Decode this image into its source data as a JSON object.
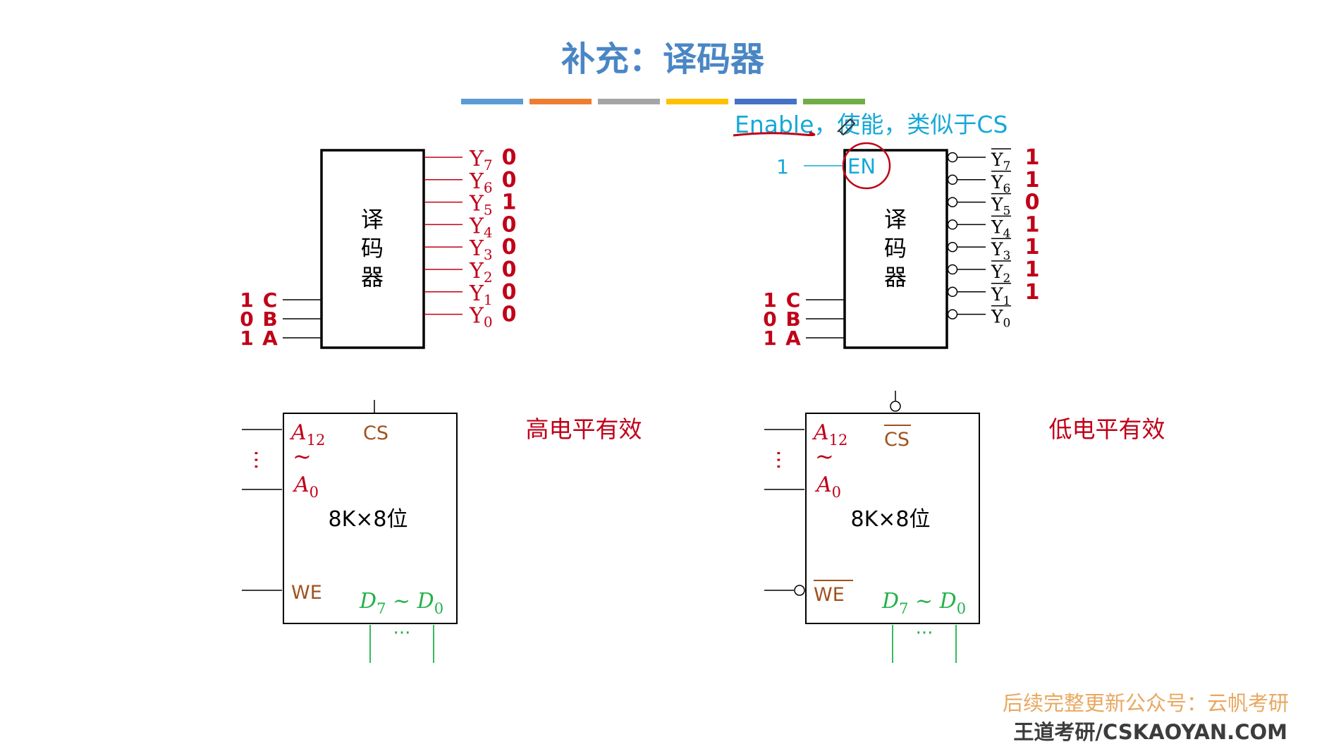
{
  "title": "补充：译码器",
  "color_bar": [
    "#5b9bd5",
    "#ed7d31",
    "#a5a5a5",
    "#ffc000",
    "#4472c4",
    "#70ad47"
  ],
  "annotation": {
    "enable_word": "Enable",
    "enable_rest": "，使能，类似于CS",
    "en_input_value": "1"
  },
  "decoder_left": {
    "body_text": [
      "译",
      "码",
      "器"
    ],
    "inputs": [
      {
        "value": "1",
        "name": "C"
      },
      {
        "value": "0",
        "name": "B"
      },
      {
        "value": "1",
        "name": "A"
      }
    ],
    "outputs": [
      {
        "name": "Y",
        "sub": "7",
        "value": "0"
      },
      {
        "name": "Y",
        "sub": "6",
        "value": "0"
      },
      {
        "name": "Y",
        "sub": "5",
        "value": "1"
      },
      {
        "name": "Y",
        "sub": "4",
        "value": "0"
      },
      {
        "name": "Y",
        "sub": "3",
        "value": "0"
      },
      {
        "name": "Y",
        "sub": "2",
        "value": "0"
      },
      {
        "name": "Y",
        "sub": "1",
        "value": "0"
      },
      {
        "name": "Y",
        "sub": "0",
        "value": "0"
      }
    ]
  },
  "decoder_right": {
    "en_label": "EN",
    "body_text": [
      "译",
      "码",
      "器"
    ],
    "inputs": [
      {
        "value": "1",
        "name": "C"
      },
      {
        "value": "0",
        "name": "B"
      },
      {
        "value": "1",
        "name": "A"
      }
    ],
    "outputs": [
      {
        "name": "Y",
        "sub": "7",
        "value": "1"
      },
      {
        "name": "Y",
        "sub": "6",
        "value": "1"
      },
      {
        "name": "Y",
        "sub": "5",
        "value": "0"
      },
      {
        "name": "Y",
        "sub": "4",
        "value": "1"
      },
      {
        "name": "Y",
        "sub": "3",
        "value": "1"
      },
      {
        "name": "Y",
        "sub": "2",
        "value": "1"
      },
      {
        "name": "Y",
        "sub": "1",
        "value": "1"
      },
      {
        "name": "Y",
        "sub": "0",
        "value": ""
      }
    ]
  },
  "chip_left": {
    "a_high": "A",
    "a_high_sub": "12",
    "tilde": "~",
    "a_low": "A",
    "a_low_sub": "0",
    "cs": "CS",
    "size": "8K×8位",
    "we": "WE",
    "data": "D",
    "data_hi": "7",
    "data_sep": " ~ ",
    "data_lo": "0",
    "dots": "···",
    "caption": "高电平有效"
  },
  "chip_right": {
    "a_high": "A",
    "a_high_sub": "12",
    "tilde": "~",
    "a_low": "A",
    "a_low_sub": "0",
    "cs": "CS",
    "size": "8K×8位",
    "we": "WE",
    "data": "D",
    "data_hi": "7",
    "data_sep": " ~ ",
    "data_lo": "0",
    "dots": "···",
    "caption": "低电平有效"
  },
  "watermark": {
    "line1": "后续完整更新公众号：云帆考研",
    "line2": "王道考研/CSKAOYAN.COM"
  }
}
